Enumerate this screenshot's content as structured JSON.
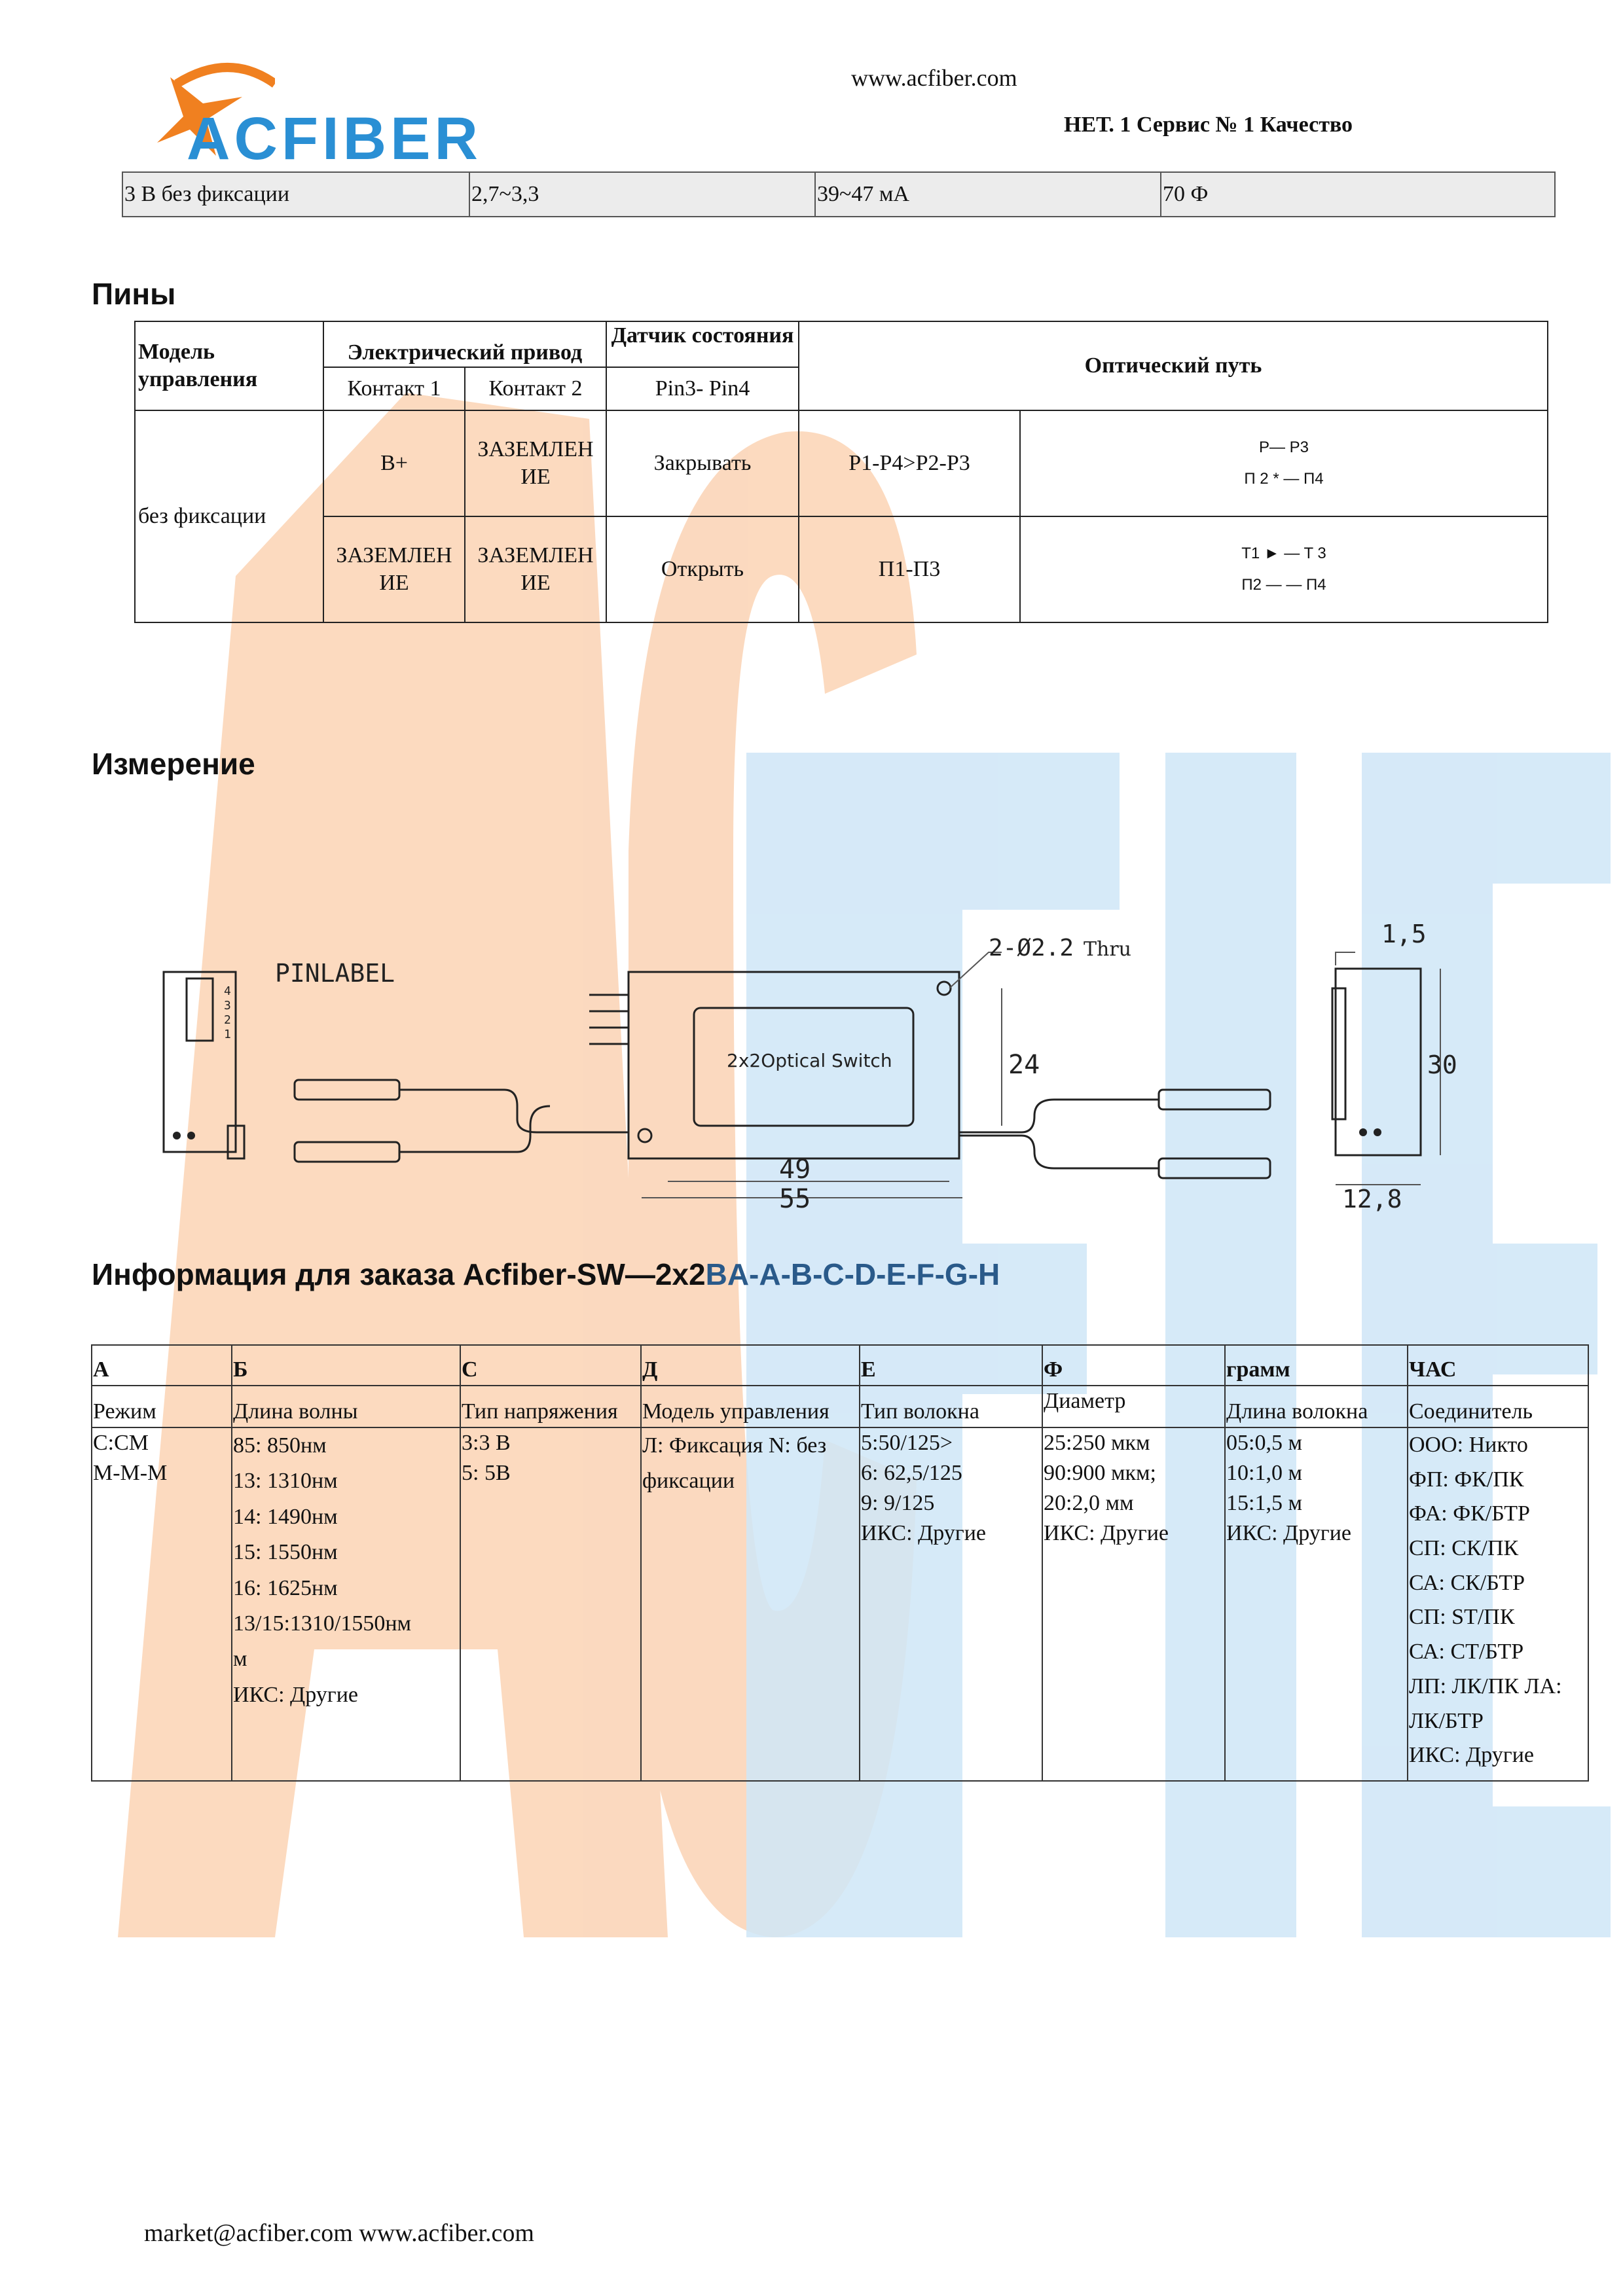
{
  "header": {
    "site": "www.acfiber.com",
    "tagline": "НЕТ. 1 Сервис № 1 Качество",
    "logo": "ACFIBER"
  },
  "colors": {
    "accent": "#2a8fd4",
    "watermark_orange": "#fbd3b4",
    "watermark_blue": "#cfe6f7"
  },
  "top_row": [
    "3 В без фиксации",
    "2,7~3,3",
    "39~47 мА",
    "70 Ф"
  ],
  "pins": {
    "title": "Пины",
    "h_model": "Модель управления",
    "h_drive": "Электрический привод",
    "h_sensor": "Датчик состояния",
    "h_contact1": "Контакт 1",
    "h_contact2": "Контакт 2",
    "h_pins": "Pin3- Pin4",
    "h_path": "Оптический путь",
    "model": "без фиксации",
    "rows": [
      {
        "c1": "В+",
        "c2": "ЗАЗЕМЛЕН ИЕ",
        "sensor": "Закрывать",
        "path": "P1-P4>P2-P3",
        "diag1": "P— P3",
        "diag2": "П 2 * — П4"
      },
      {
        "c1": "ЗАЗЕМЛЕН ИЕ",
        "c2": "ЗАЗЕМЛЕН ИЕ",
        "sensor": "Открыть",
        "path": "П1-П3",
        "diag1": "T1 ► — T 3",
        "diag2": "П2 — — П4"
      }
    ]
  },
  "measure": {
    "title": "Измерение",
    "pinlabel": "PINLABEL",
    "pin_numbers": [
      "4",
      "3",
      "2",
      "1"
    ],
    "hole": "2-Ø2.2",
    "thru": "Thru",
    "device": "2x2Optical Switch",
    "dim_24": "24",
    "dim_49": "49",
    "dim_55": "55",
    "dim_1_5": "1,5",
    "dim_30": "30",
    "dim_12_8": "12,8"
  },
  "order": {
    "title_a": "Информация для заказа Acfiber-SW",
    "title_dash": "—",
    "title_b": "2x2",
    "title_c": "BA-A-B-C-D-E-F-G-H",
    "headers": [
      "А",
      "Б",
      "С",
      "Д",
      "Е",
      "Ф",
      "грамм",
      "ЧАС"
    ],
    "subheaders": [
      "Режим",
      "Длина волны",
      "Тип напряжения",
      "Модель управления",
      "Тип волокна",
      "Диаметр",
      "Длина волокна",
      "Соединитель"
    ],
    "col_a": [
      "C:CM",
      "M-M-M"
    ],
    "col_b": [
      "85: 850нм",
      "13: 1310нм",
      "14: 1490нм",
      "15: 1550нм",
      "16: 1625нм",
      "13/15:1310/1550нм",
      "м",
      "ИКС: Другие"
    ],
    "col_c": [
      "3:3 В",
      "5: 5В"
    ],
    "col_d": [
      "Л: Фиксация N: без",
      "фиксации"
    ],
    "col_e": [
      "5:50/125>",
      "6: 62,5/125",
      "9: 9/125",
      "ИКС: Другие"
    ],
    "col_f": [
      "25:250 мкм",
      "90:900 мкм;",
      "20:2,0 мм",
      "ИКС: Другие"
    ],
    "col_g": [
      "05:0,5 м",
      "10:1,0 м",
      "15:1,5 м",
      "ИКС: Другие"
    ],
    "col_h": [
      "ООО: Никто",
      "ФП: ФК/ПК",
      "ФА: ФК/БТР",
      "СП: СК/ПК",
      "СА: СК/БТР",
      "СП: ST/ПК",
      "СА: СТ/БТР",
      "ЛП:  ЛК/ПК  ЛА:",
      "ЛК/БТР",
      "ИКС: Другие"
    ]
  },
  "footer": "market@acfiber.com www.acfiber.com"
}
